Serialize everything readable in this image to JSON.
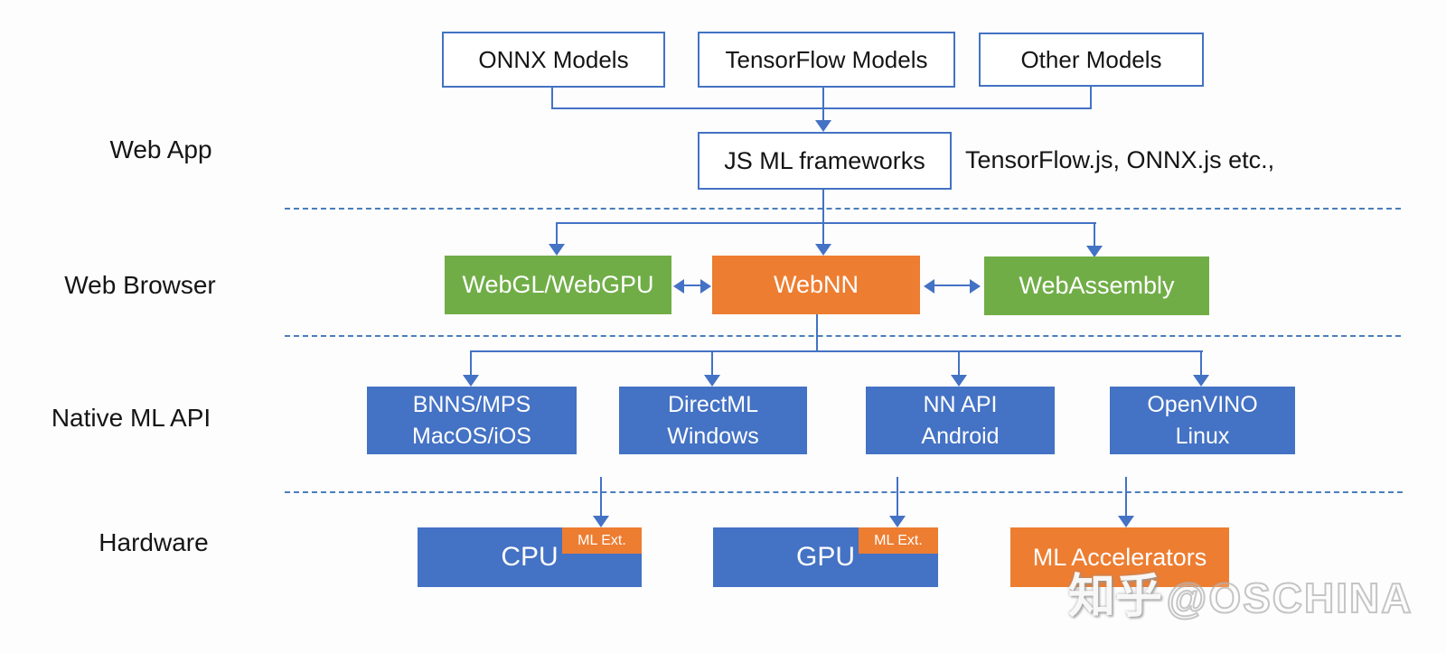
{
  "colors": {
    "blue": "#4472C4",
    "green": "#70AD47",
    "orange": "#ED7D31",
    "line": "#4472C4",
    "dash": "#4a7ebb"
  },
  "row_labels": {
    "web_app": "Web App",
    "web_browser": "Web Browser",
    "native_ml_api": "Native ML API",
    "hardware": "Hardware"
  },
  "model_boxes": [
    {
      "label": "ONNX Models"
    },
    {
      "label": "TensorFlow Models"
    },
    {
      "label": "Other Models"
    }
  ],
  "frameworks": {
    "box_label": "JS ML frameworks",
    "annotation": "TensorFlow.js, ONNX.js etc.,"
  },
  "browser_boxes": {
    "webgl": "WebGL/WebGPU",
    "webnn": "WebNN",
    "webassembly": "WebAssembly"
  },
  "native_boxes": [
    {
      "api": "BNNS/MPS",
      "os": "MacOS/iOS"
    },
    {
      "api": "DirectML",
      "os": "Windows"
    },
    {
      "api": "NN API",
      "os": "Android"
    },
    {
      "api": "OpenVINO",
      "os": "Linux"
    }
  ],
  "hardware_boxes": {
    "cpu": "CPU",
    "cpu_badge": "ML Ext.",
    "gpu": "GPU",
    "gpu_badge": "ML Ext.",
    "accelerators": "ML Accelerators"
  },
  "watermark": {
    "logo": "知乎",
    "handle": "@OSCHINA"
  }
}
